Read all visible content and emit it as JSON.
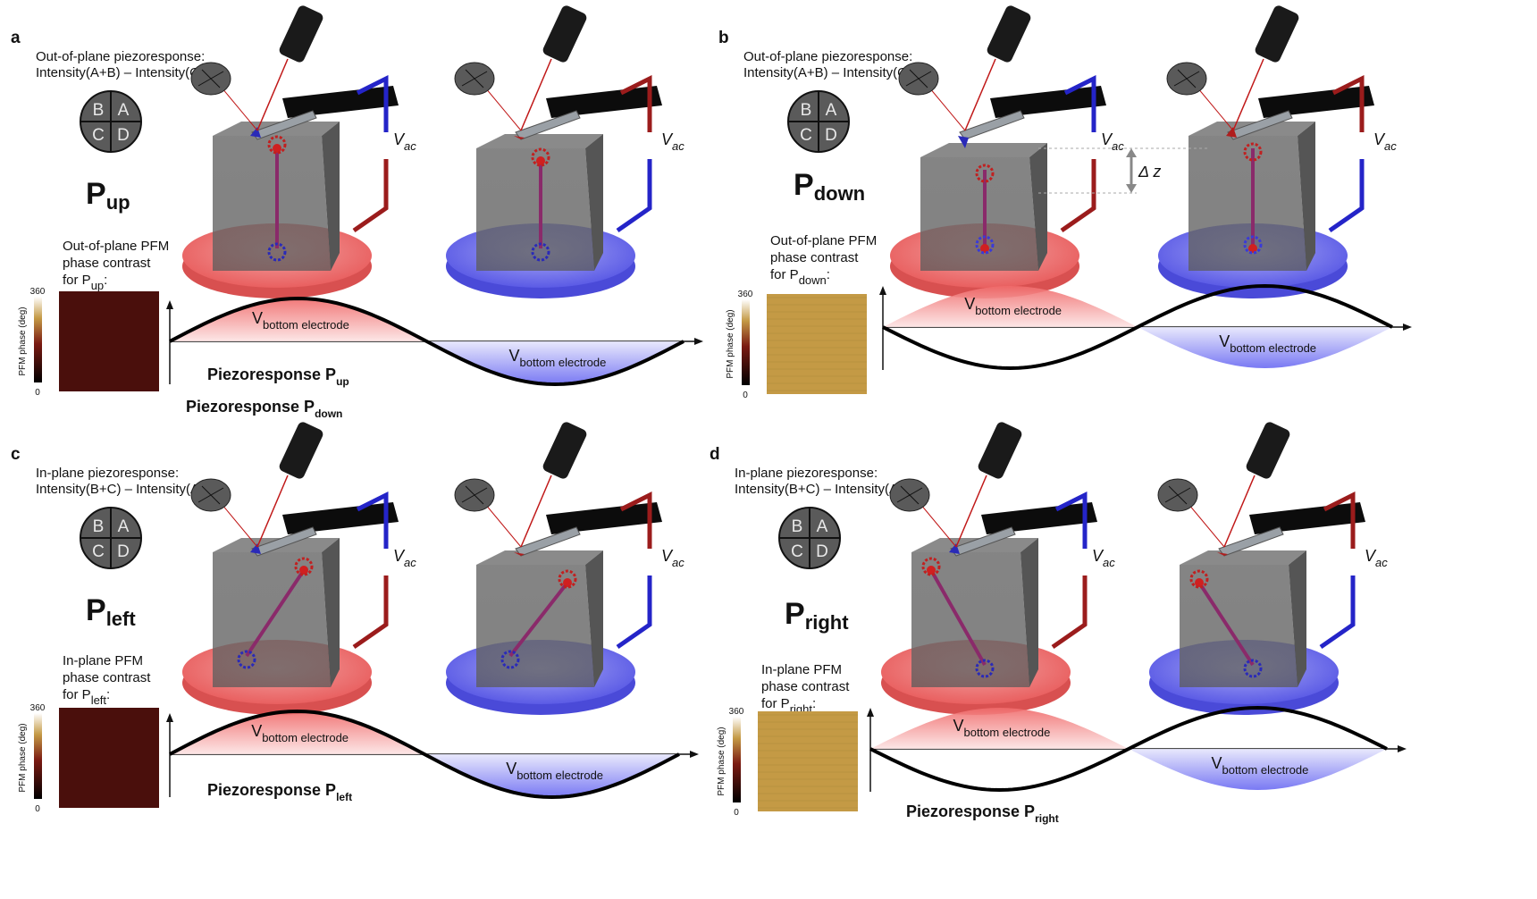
{
  "colors": {
    "red_electrode": "#ef6a6a",
    "blue_electrode": "#6a6af0",
    "crystal": "#6e6e6e",
    "wire_red": "#9b1c1c",
    "wire_blue": "#2424c8",
    "phase_dark": "#4a0f0c",
    "phase_gold": "#c49a45"
  },
  "panels": [
    {
      "letter": "a",
      "header_line1": "Out-of-plane piezoresponse:",
      "header_line2": "Intensity(A+B) – Intensity(C+D)",
      "quadrants": [
        "B",
        "A",
        "C",
        "D"
      ],
      "polarization_main": "P",
      "polarization_sub": "up",
      "contrast_line1": "Out-of-plane PFM",
      "contrast_line2": "phase contrast",
      "contrast_line3_main": "for P",
      "contrast_line3_sub": "up",
      "contrast_line3_end": ":",
      "colorbar_axis": "PFM phase (deg)",
      "colorbar_max": "360",
      "colorbar_min": "0",
      "phase_image": "dark",
      "vac_main": "V",
      "vac_sub": "ac",
      "vbe_main": "V",
      "vbe_sub": "bottom electrode",
      "piezo_labels": [
        {
          "main": "Piezoresponse P",
          "sub": "up"
        },
        {
          "main": "Piezoresponse P",
          "sub": "down"
        }
      ],
      "delta_z": ""
    },
    {
      "letter": "b",
      "header_line1": "Out-of-plane piezoresponse:",
      "header_line2": "Intensity(A+B) – Intensity(C+D)",
      "quadrants": [
        "B",
        "A",
        "C",
        "D"
      ],
      "polarization_main": "P",
      "polarization_sub": "down",
      "contrast_line1": "Out-of-plane PFM",
      "contrast_line2": "phase contrast",
      "contrast_line3_main": "for P",
      "contrast_line3_sub": "down",
      "contrast_line3_end": ":",
      "colorbar_axis": "PFM phase (deg)",
      "colorbar_max": "360",
      "colorbar_min": "0",
      "phase_image": "gold",
      "vac_main": "V",
      "vac_sub": "ac",
      "vbe_main": "V",
      "vbe_sub": "bottom electrode",
      "piezo_labels": [],
      "delta_z": "Δ z"
    },
    {
      "letter": "c",
      "header_line1": "In-plane piezoresponse:",
      "header_line2": "Intensity(B+C) – Intensity(A+D)",
      "quadrants": [
        "B",
        "A",
        "C",
        "D"
      ],
      "polarization_main": "P",
      "polarization_sub": "left",
      "contrast_line1": "In-plane PFM",
      "contrast_line2": "phase contrast",
      "contrast_line3_main": "for P",
      "contrast_line3_sub": "left",
      "contrast_line3_end": ":",
      "colorbar_axis": "PFM phase (deg)",
      "colorbar_max": "360",
      "colorbar_min": "0",
      "phase_image": "dark",
      "vac_main": "V",
      "vac_sub": "ac",
      "vbe_main": "V",
      "vbe_sub": "bottom electrode",
      "piezo_labels": [
        {
          "main": "Piezoresponse P",
          "sub": "left"
        }
      ],
      "delta_z": ""
    },
    {
      "letter": "d",
      "header_line1": "In-plane piezoresponse:",
      "header_line2": "Intensity(B+C) – Intensity(A+D)",
      "quadrants": [
        "B",
        "A",
        "C",
        "D"
      ],
      "polarization_main": "P",
      "polarization_sub": "right",
      "contrast_line1": "In-plane PFM",
      "contrast_line2": "phase contrast",
      "contrast_line3_main": "for P",
      "contrast_line3_sub": "right",
      "contrast_line3_end": ":",
      "colorbar_axis": "PFM phase (deg)",
      "colorbar_max": "360",
      "colorbar_min": "0",
      "phase_image": "gold",
      "vac_main": "V",
      "vac_sub": "ac",
      "vbe_main": "V",
      "vbe_sub": "bottom electrode",
      "piezo_labels": [
        {
          "main": "Piezoresponse P",
          "sub": "right"
        }
      ],
      "delta_z": ""
    }
  ]
}
